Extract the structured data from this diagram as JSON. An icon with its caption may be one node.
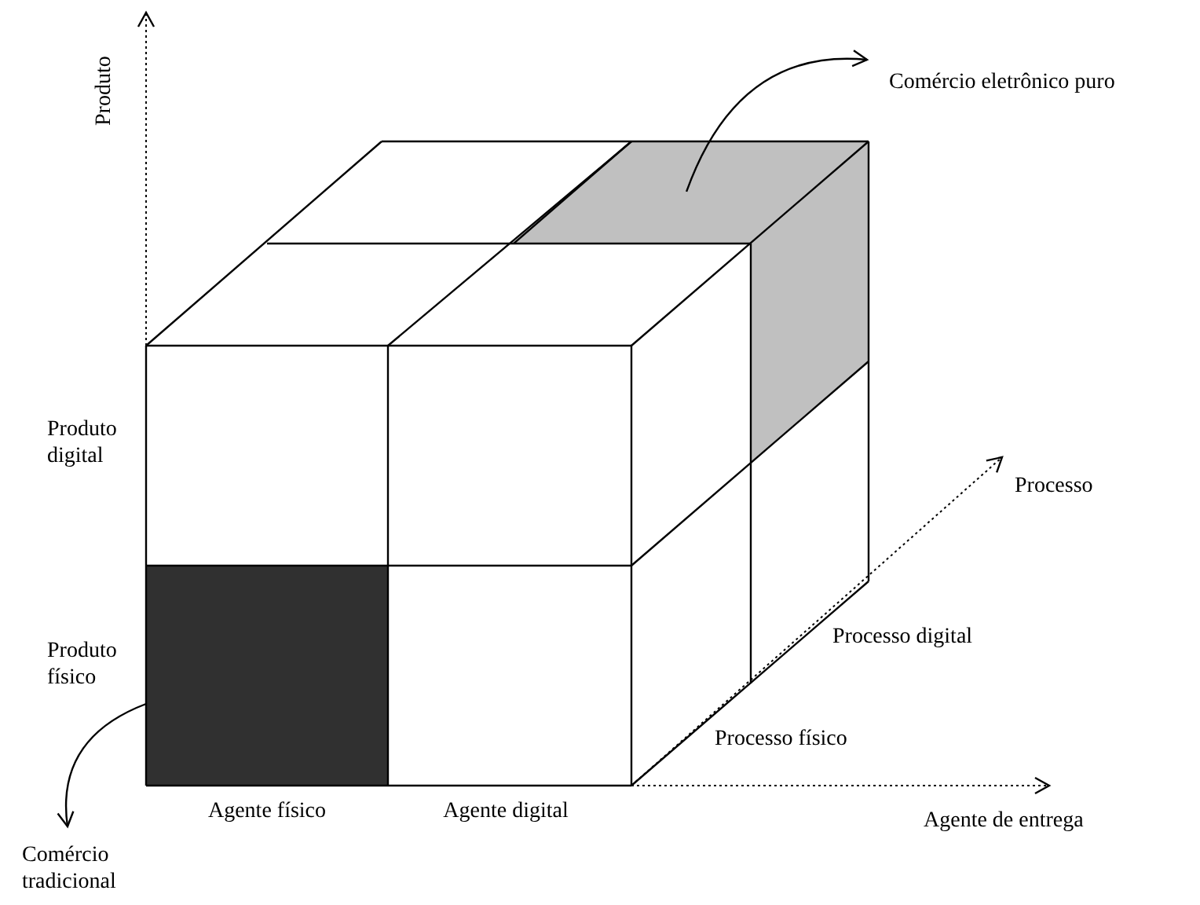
{
  "diagram": {
    "nodes": [
      {
        "text": [
          "Comércio eletrônico puro"
        ]
      },
      {
        "text": [],
        "shape": "box"
      },
      {
        "text": [],
        "shape": "box"
      },
      {
        "text": [
          "Comércio tradicional"
        ]
      }
    ],
    "edges": [
      {
        "from": 1,
        "to": 0,
        "arrow": "to"
      },
      {
        "from": 2,
        "to": 3,
        "arrow": "to"
      }
    ],
    "labels": [
      "Produto",
      "Produto digital",
      "Processo",
      "Processo digital",
      "Produto físico",
      "Processo físico",
      "Agente físico",
      "Agente digital",
      "Agente de entrega"
    ]
  }
}
